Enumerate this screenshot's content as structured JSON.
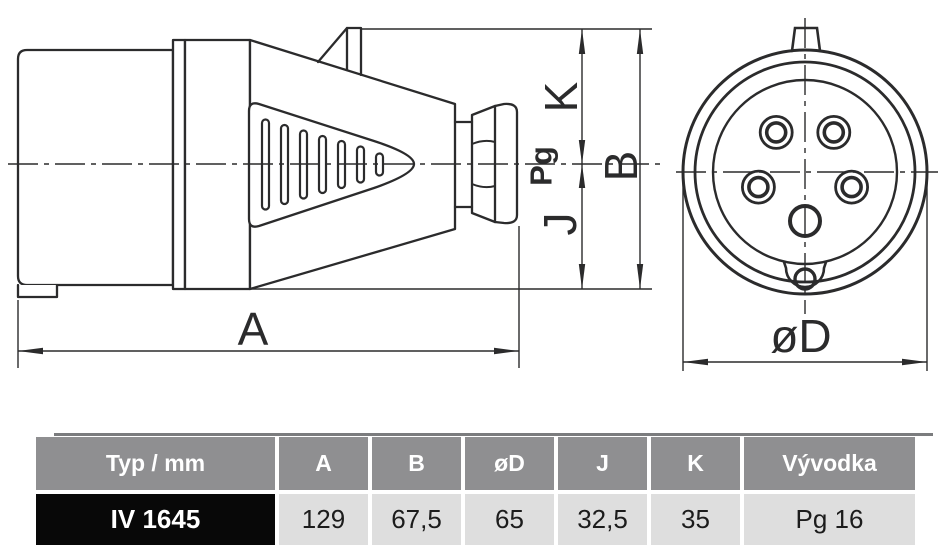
{
  "drawing": {
    "description": "technical drawing of industrial plug, side view and front pin view",
    "dim_labels": {
      "a": "A",
      "b": "B",
      "k": "K",
      "j": "J",
      "pg": "Pg",
      "diameter": "øD"
    }
  },
  "table": {
    "headers": [
      "Typ / mm",
      "A",
      "B",
      "øD",
      "J",
      "K",
      "Vývodka"
    ],
    "row": {
      "type": "IV 1645",
      "values": [
        "129",
        "67,5",
        "65",
        "32,5",
        "35",
        "Pg 16"
      ]
    }
  },
  "colors": {
    "line": "#2b2b2c",
    "table_header_bg": "#8f8f91",
    "table_cell_bg": "#dedede",
    "table_type_bg": "#080808",
    "table_top_border": "#7b7c7e",
    "text_on_dark": "#ffffff"
  }
}
